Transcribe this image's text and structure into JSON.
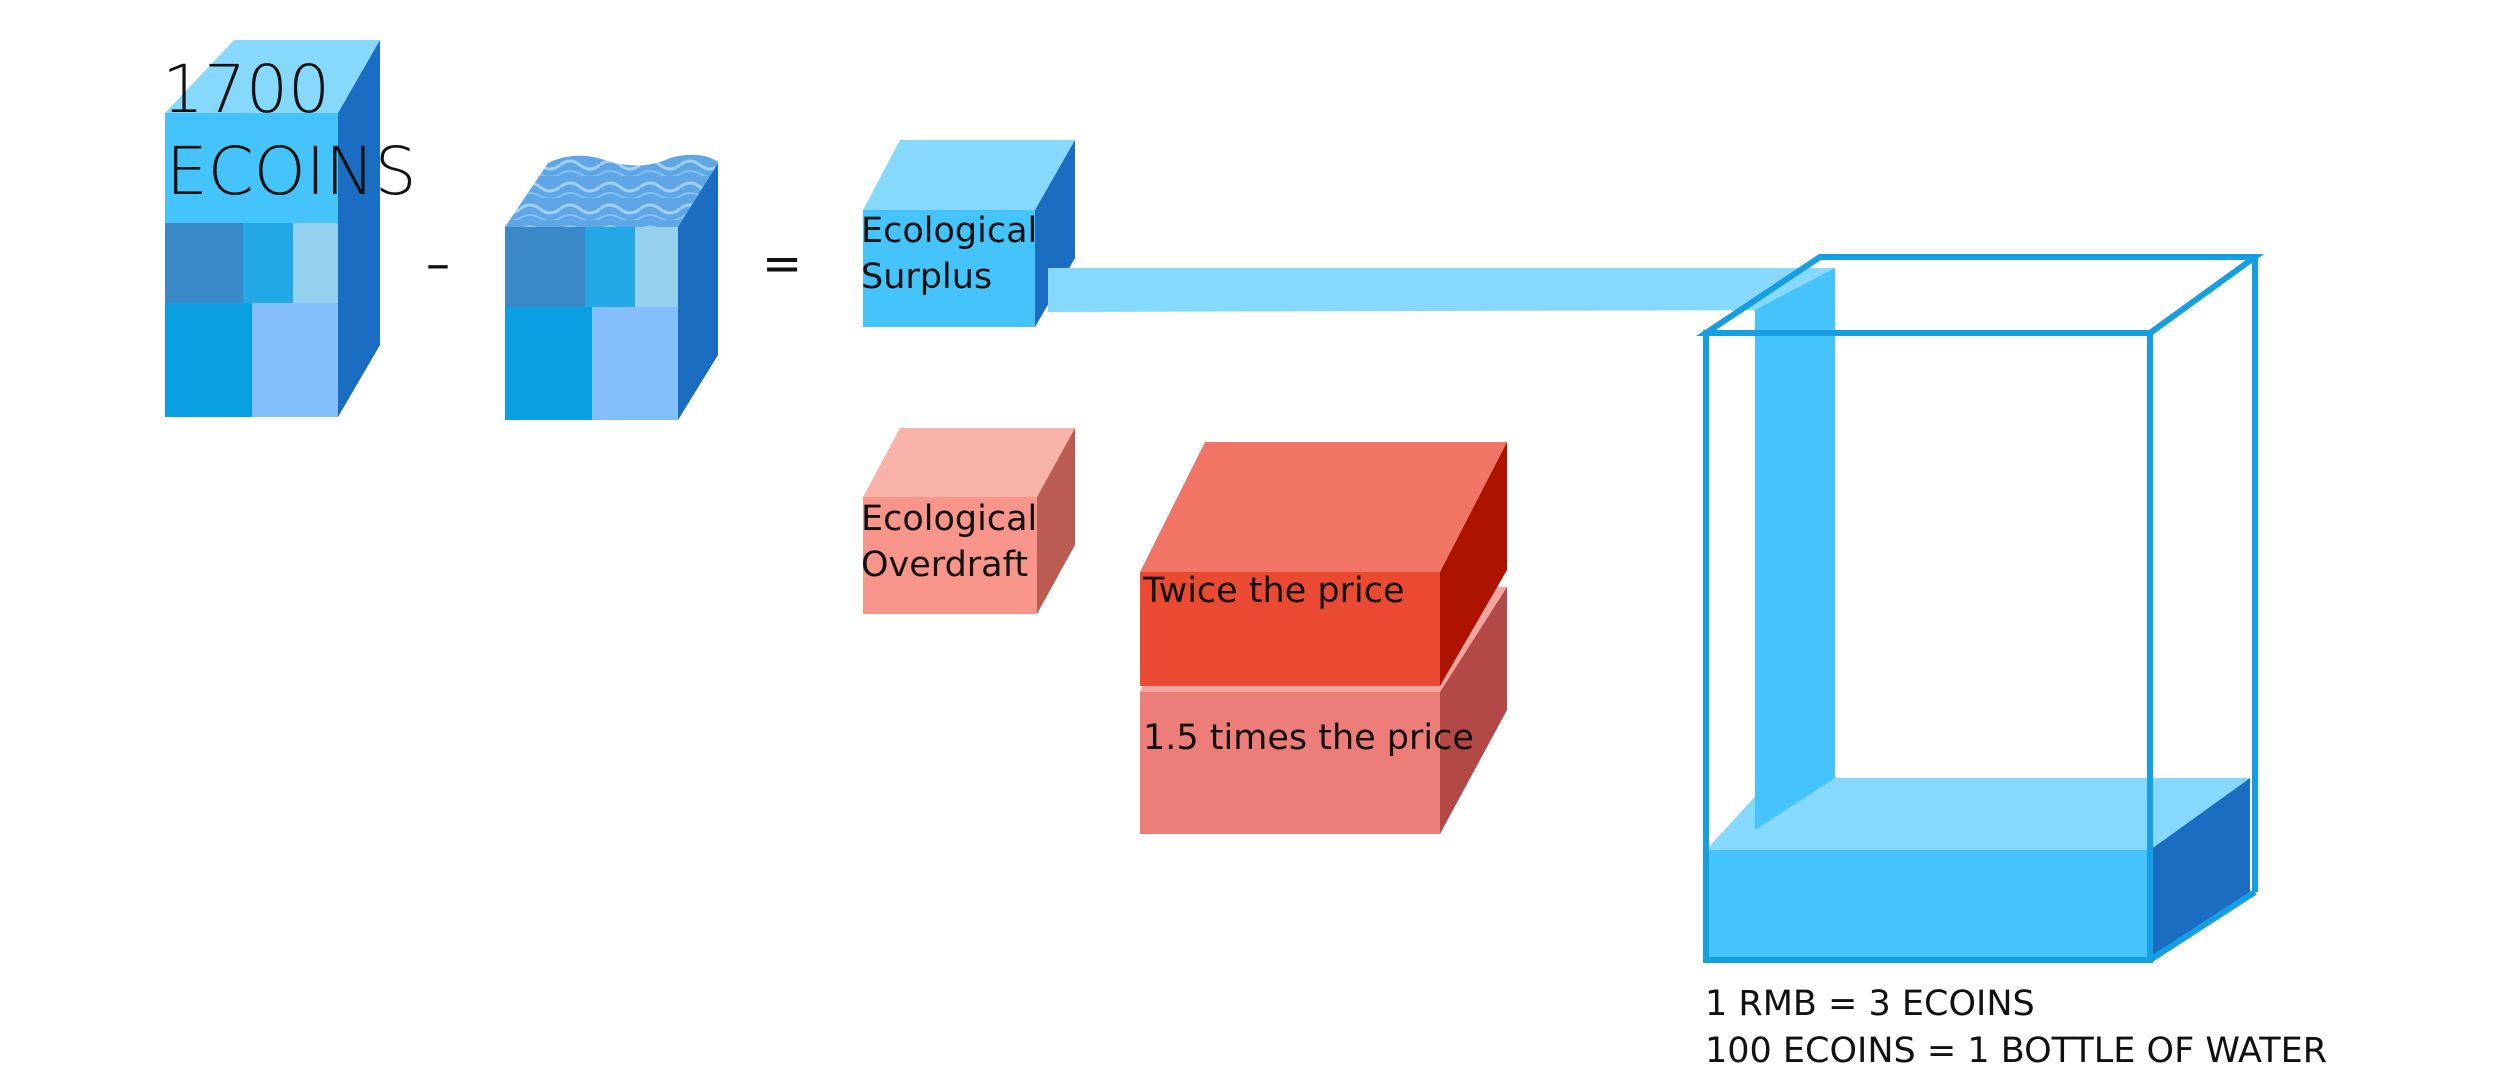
{
  "colors": {
    "block_top": "#86d8fd",
    "block_front": "#45c3fb",
    "block_side": "#1a6dc1",
    "water_dark": "#3a88c8",
    "water_mid": "#22a8e4",
    "water_light": "#95d0ee",
    "water_lower_left": "#0aa0e2",
    "water_lower_right": "#84bffc",
    "ripple_top": "#5fa6e6",
    "overdraft_top": "#f8b2a8",
    "overdraft_front": "#f8958a",
    "overdraft_side": "#ba5c52",
    "twice_top": "#f07564",
    "twice_front": "#ea4a32",
    "twice_side": "#ad1400",
    "times15_top": "#f4a5a0",
    "times15_front": "#ec7d78",
    "times15_side": "#b24946",
    "tank_outline": "#169ee2",
    "text": "#111111"
  },
  "equation": {
    "value_label": "1700",
    "unit_label": "ECOINS",
    "minus_sign": "–",
    "equals_sign": "="
  },
  "results": {
    "surplus_line1": "Ecological",
    "surplus_line2": "Surplus",
    "overdraft_line1": "Ecological",
    "overdraft_line2": "Overdraft"
  },
  "pricing": {
    "twice_label": "Twice the price",
    "times15_label": "1.5 times the price"
  },
  "tank": {
    "caption_line1": "1 RMB = 3 ECOINS",
    "caption_line2": "100 ECOINS = 1 BOTTLE OF WATER"
  }
}
